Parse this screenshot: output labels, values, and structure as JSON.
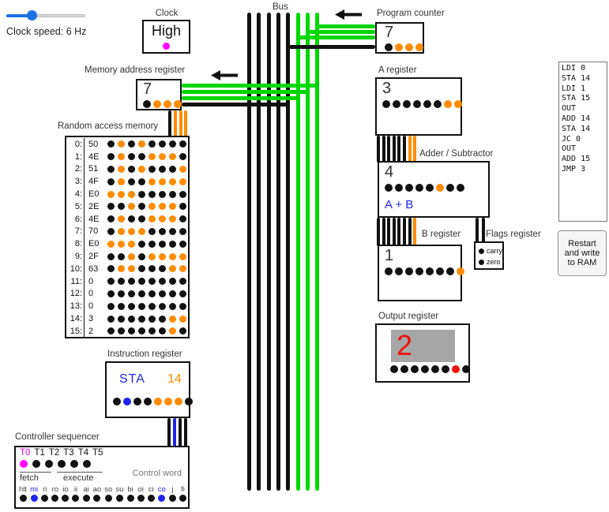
{
  "clock": {
    "title": "Clock",
    "state": "High",
    "speed_label": "Clock speed: 6 Hz",
    "slider_percent": 32,
    "led_color": "magenta"
  },
  "bus": {
    "label": "Bus",
    "bits": "00000111"
  },
  "program_counter": {
    "title": "Program counter",
    "value": "7",
    "bits": "0111"
  },
  "mar": {
    "title": "Memory address register",
    "value": "7",
    "bits": "0111"
  },
  "ram": {
    "title": "Random access memory",
    "rows": [
      {
        "addr": "0:",
        "hex": "50",
        "bits": "01010000"
      },
      {
        "addr": "1:",
        "hex": "4E",
        "bits": "01001110"
      },
      {
        "addr": "2:",
        "hex": "51",
        "bits": "01010001"
      },
      {
        "addr": "3:",
        "hex": "4F",
        "bits": "01001111"
      },
      {
        "addr": "4:",
        "hex": "E0",
        "bits": "11100000"
      },
      {
        "addr": "5:",
        "hex": "2E",
        "bits": "00101110"
      },
      {
        "addr": "6:",
        "hex": "4E",
        "bits": "01001110"
      },
      {
        "addr": "7:",
        "hex": "70",
        "bits": "01110000"
      },
      {
        "addr": "8:",
        "hex": "E0",
        "bits": "11100000"
      },
      {
        "addr": "9:",
        "hex": "2F",
        "bits": "00101111"
      },
      {
        "addr": "10:",
        "hex": "63",
        "bits": "01100011"
      },
      {
        "addr": "11:",
        "hex": "0",
        "bits": "00000000"
      },
      {
        "addr": "12:",
        "hex": "0",
        "bits": "00000000"
      },
      {
        "addr": "13:",
        "hex": "0",
        "bits": "00000000"
      },
      {
        "addr": "14:",
        "hex": "3",
        "bits": "00000011"
      },
      {
        "addr": "15:",
        "hex": "2",
        "bits": "00000010"
      }
    ]
  },
  "instruction_register": {
    "title": "Instruction register",
    "opcode": "STA",
    "operand": "14",
    "dots": [
      "k",
      "b",
      "k",
      "k",
      "o",
      "o",
      "o",
      "k"
    ],
    "opcode_bits": "0100"
  },
  "sequencer": {
    "title": "Controller sequencer",
    "t_states": [
      {
        "label": "T0",
        "active": true
      },
      {
        "label": "T1",
        "active": false
      },
      {
        "label": "T2",
        "active": false
      },
      {
        "label": "T3",
        "active": false
      },
      {
        "label": "T4",
        "active": false
      },
      {
        "label": "T5",
        "active": false
      }
    ],
    "fetch_label": "fetch",
    "execute_label": "execute",
    "control_word_label": "Control word",
    "signals": [
      {
        "label": "hlt",
        "active": false
      },
      {
        "label": "mi",
        "active": true
      },
      {
        "label": "ri",
        "active": false
      },
      {
        "label": "ro",
        "active": false
      },
      {
        "label": "io",
        "active": false
      },
      {
        "label": "ii",
        "active": false
      },
      {
        "label": "ai",
        "active": false
      },
      {
        "label": "ao",
        "active": false
      },
      {
        "label": "so",
        "active": false
      },
      {
        "label": "su",
        "active": false
      },
      {
        "label": "bi",
        "active": false
      },
      {
        "label": "oi",
        "active": false
      },
      {
        "label": "ci",
        "active": false
      },
      {
        "label": "co",
        "active": true
      },
      {
        "label": "j",
        "active": false
      },
      {
        "label": "fi",
        "active": false
      }
    ]
  },
  "a_register": {
    "title": "A register",
    "value": "3",
    "bits": "00000011"
  },
  "adder": {
    "title": "Adder / Subtractor",
    "value": "4",
    "bits": "00000100",
    "operation": "A + B"
  },
  "b_register": {
    "title": "B register",
    "value": "1",
    "bits": "00000001"
  },
  "flags": {
    "title": "Flags register",
    "carry_label": "carry",
    "zero_label": "zero",
    "carry_bits": "0",
    "zero_bits": "0"
  },
  "output": {
    "title": "Output register",
    "display": "2",
    "bits": "00000010"
  },
  "program": {
    "text": "LDI 0\nSTA 14\nLDI 1\nSTA 15\nOUT\nADD 14\nSTA 14\nJC 0\nOUT\nADD 15\nJMP 3"
  },
  "restart_button": {
    "label": "Restart and write to RAM"
  },
  "colors": {
    "orange": "#ff8c00",
    "green": "#00d600",
    "blue": "#2222ee",
    "magenta": "#ff00ff",
    "red": "#ee1111",
    "black": "#111111"
  }
}
